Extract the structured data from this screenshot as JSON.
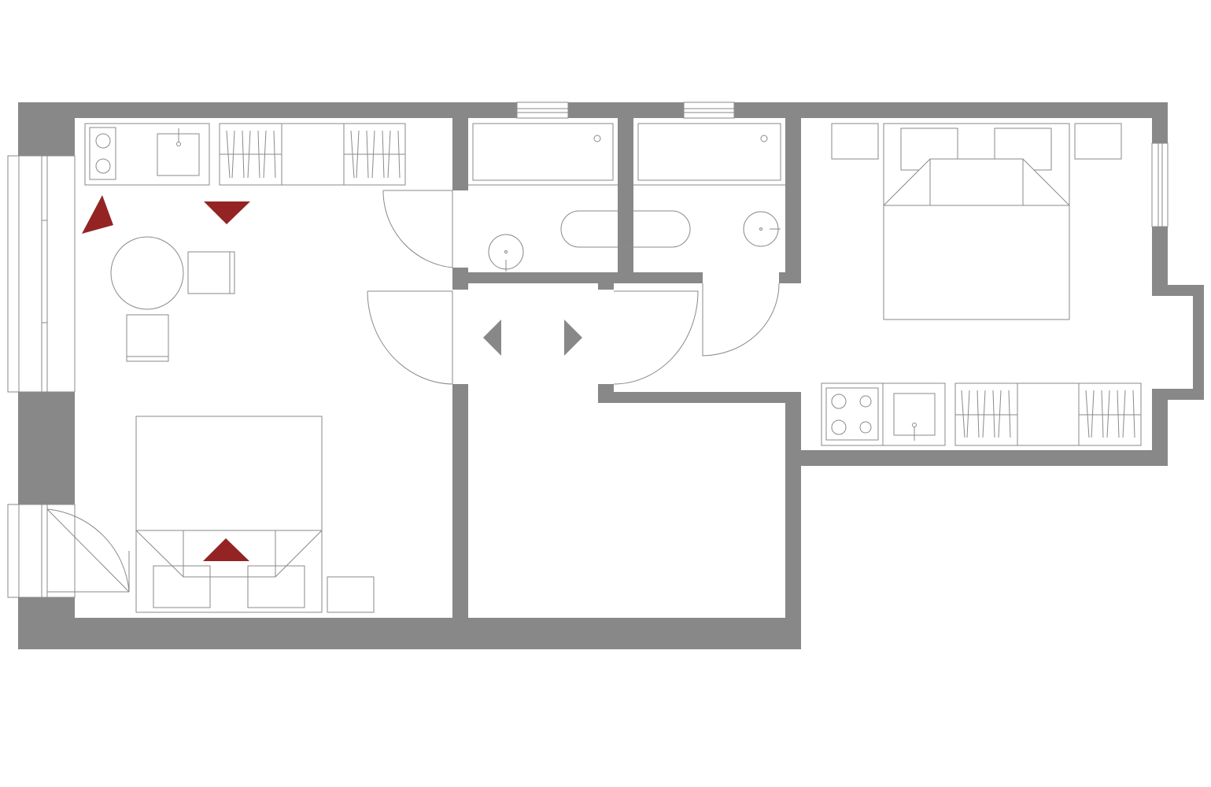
{
  "plan": {
    "colors": {
      "wall": "#888888",
      "line": "#8a8a8a",
      "marker": "#942424",
      "background": "#ffffff"
    },
    "view_markers": [
      {
        "name": "view-marker-kitchen-left"
      },
      {
        "name": "view-marker-kitchen-down"
      },
      {
        "name": "view-marker-bed-up"
      }
    ],
    "nav_arrows": [
      {
        "name": "nav-arrow-left"
      },
      {
        "name": "nav-arrow-right"
      }
    ]
  }
}
